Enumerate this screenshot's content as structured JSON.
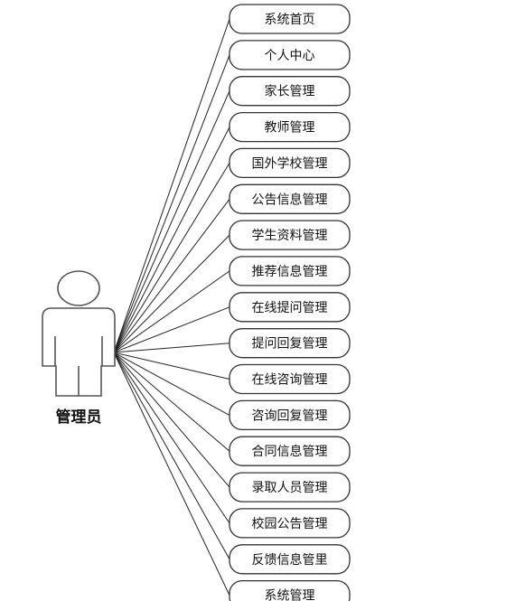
{
  "actor": {
    "label": "管理员",
    "icon": "person-icon"
  },
  "use_cases": [
    "系统首页",
    "个人中心",
    "家长管理",
    "教师管理",
    "国外学校管理",
    "公告信息管理",
    "学生资料管理",
    "推荐信息管理",
    "在线提问管理",
    "提问回复管理",
    "在线咨询管理",
    "咨询回复管理",
    "合同信息管理",
    "录取人员管理",
    "校园公告管理",
    "反馈信息管里",
    "系统管理"
  ]
}
